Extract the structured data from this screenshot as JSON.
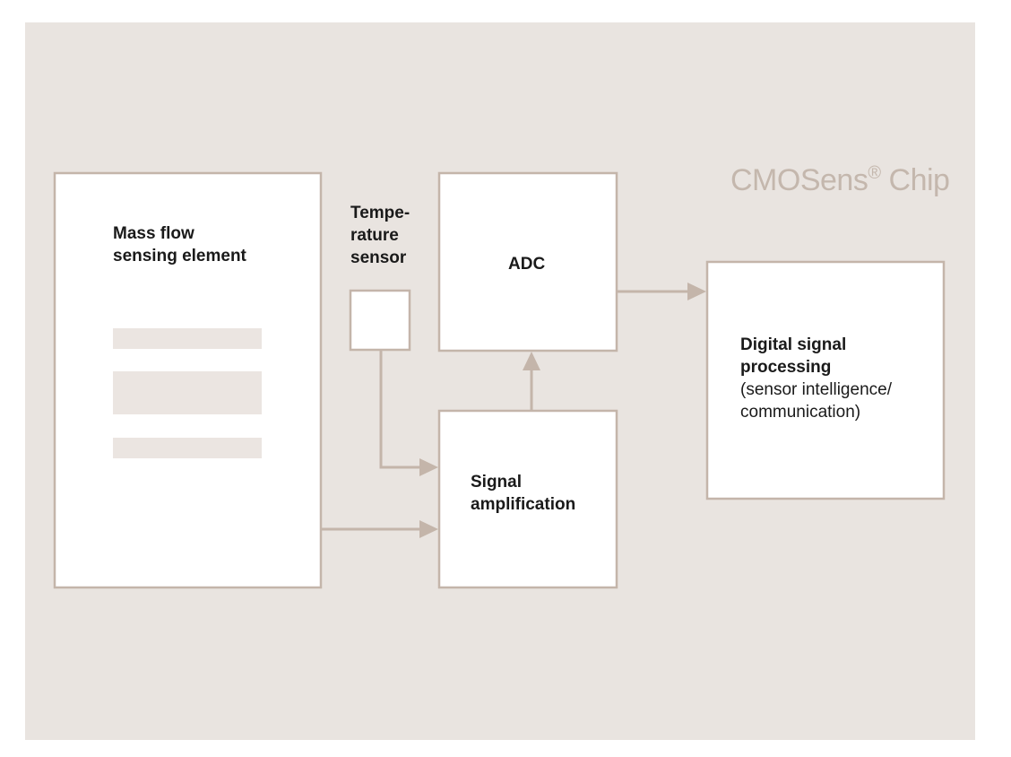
{
  "chip": {
    "title_main": "CMOSens",
    "title_mark": "®",
    "title_suffix": " Chip"
  },
  "blocks": {
    "mass_flow": {
      "line1": "Mass flow",
      "line2": "sensing element"
    },
    "temperature": {
      "line1": "Tempe-",
      "line2": "rature",
      "line3": "sensor"
    },
    "adc": {
      "label": "ADC"
    },
    "amplification": {
      "line1": "Signal",
      "line2": "amplification"
    },
    "dsp": {
      "line1": "Digital signal",
      "line2": "processing",
      "line3": "(sensor intelligence/",
      "line4": "communication)"
    }
  },
  "colors": {
    "background": "#e9e4e0",
    "box_fill": "#ffffff",
    "stroke": "#c4b5aa",
    "chip_title": "#c4b7ad",
    "text": "#1a1a1a"
  }
}
